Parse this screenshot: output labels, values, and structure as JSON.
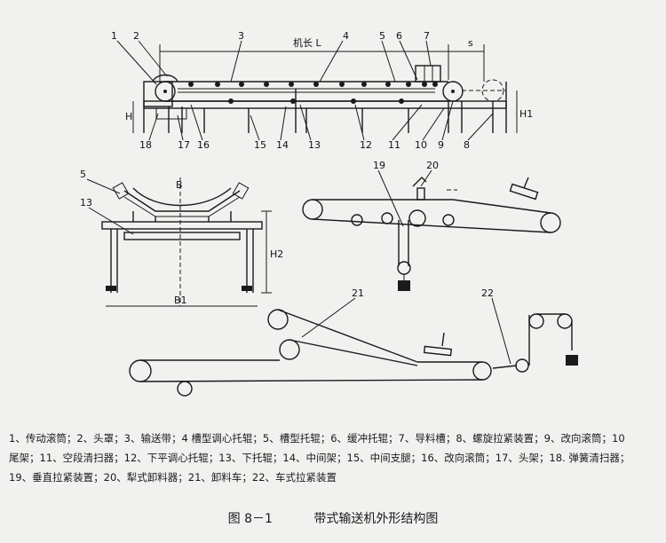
{
  "top_view": {
    "callouts": [
      "1",
      "2",
      "3",
      "4",
      "5",
      "6",
      "7",
      "8",
      "9",
      "10",
      "11",
      "12",
      "13",
      "14",
      "15",
      "16",
      "17",
      "18"
    ],
    "length_label": "机长 L",
    "dim_s": "s",
    "dim_h1": "H1",
    "dim_h": "H"
  },
  "cross_section": {
    "callouts": [
      "5",
      "13"
    ],
    "dim_b": "B",
    "dim_b1": "B1",
    "dim_h2": "H2"
  },
  "plough_view": {
    "callouts": [
      "19",
      "20"
    ]
  },
  "tripper_view": {
    "callouts": [
      "21",
      "22"
    ]
  },
  "legend_lines": [
    "1、传动滚筒；2、头罩；3、输送带；4 槽型调心托辊；5、槽型托辊；6、缓冲托辊；7、导料槽；8、螺旋拉紧装置；9、改向滚筒；10",
    "尾架；11、空段清扫器；12、下平调心托辊；13、下托辊；14、中间架；15、中间支腿；16、改向滚筒；17、头架；18. 弹簧清扫器；",
    "19、垂直拉紧装置；20、犁式卸料器；21、卸料车；22、车式拉紧装置"
  ],
  "caption": {
    "figure_no": "图 8－1",
    "title": "带式输送机外形结构图"
  }
}
